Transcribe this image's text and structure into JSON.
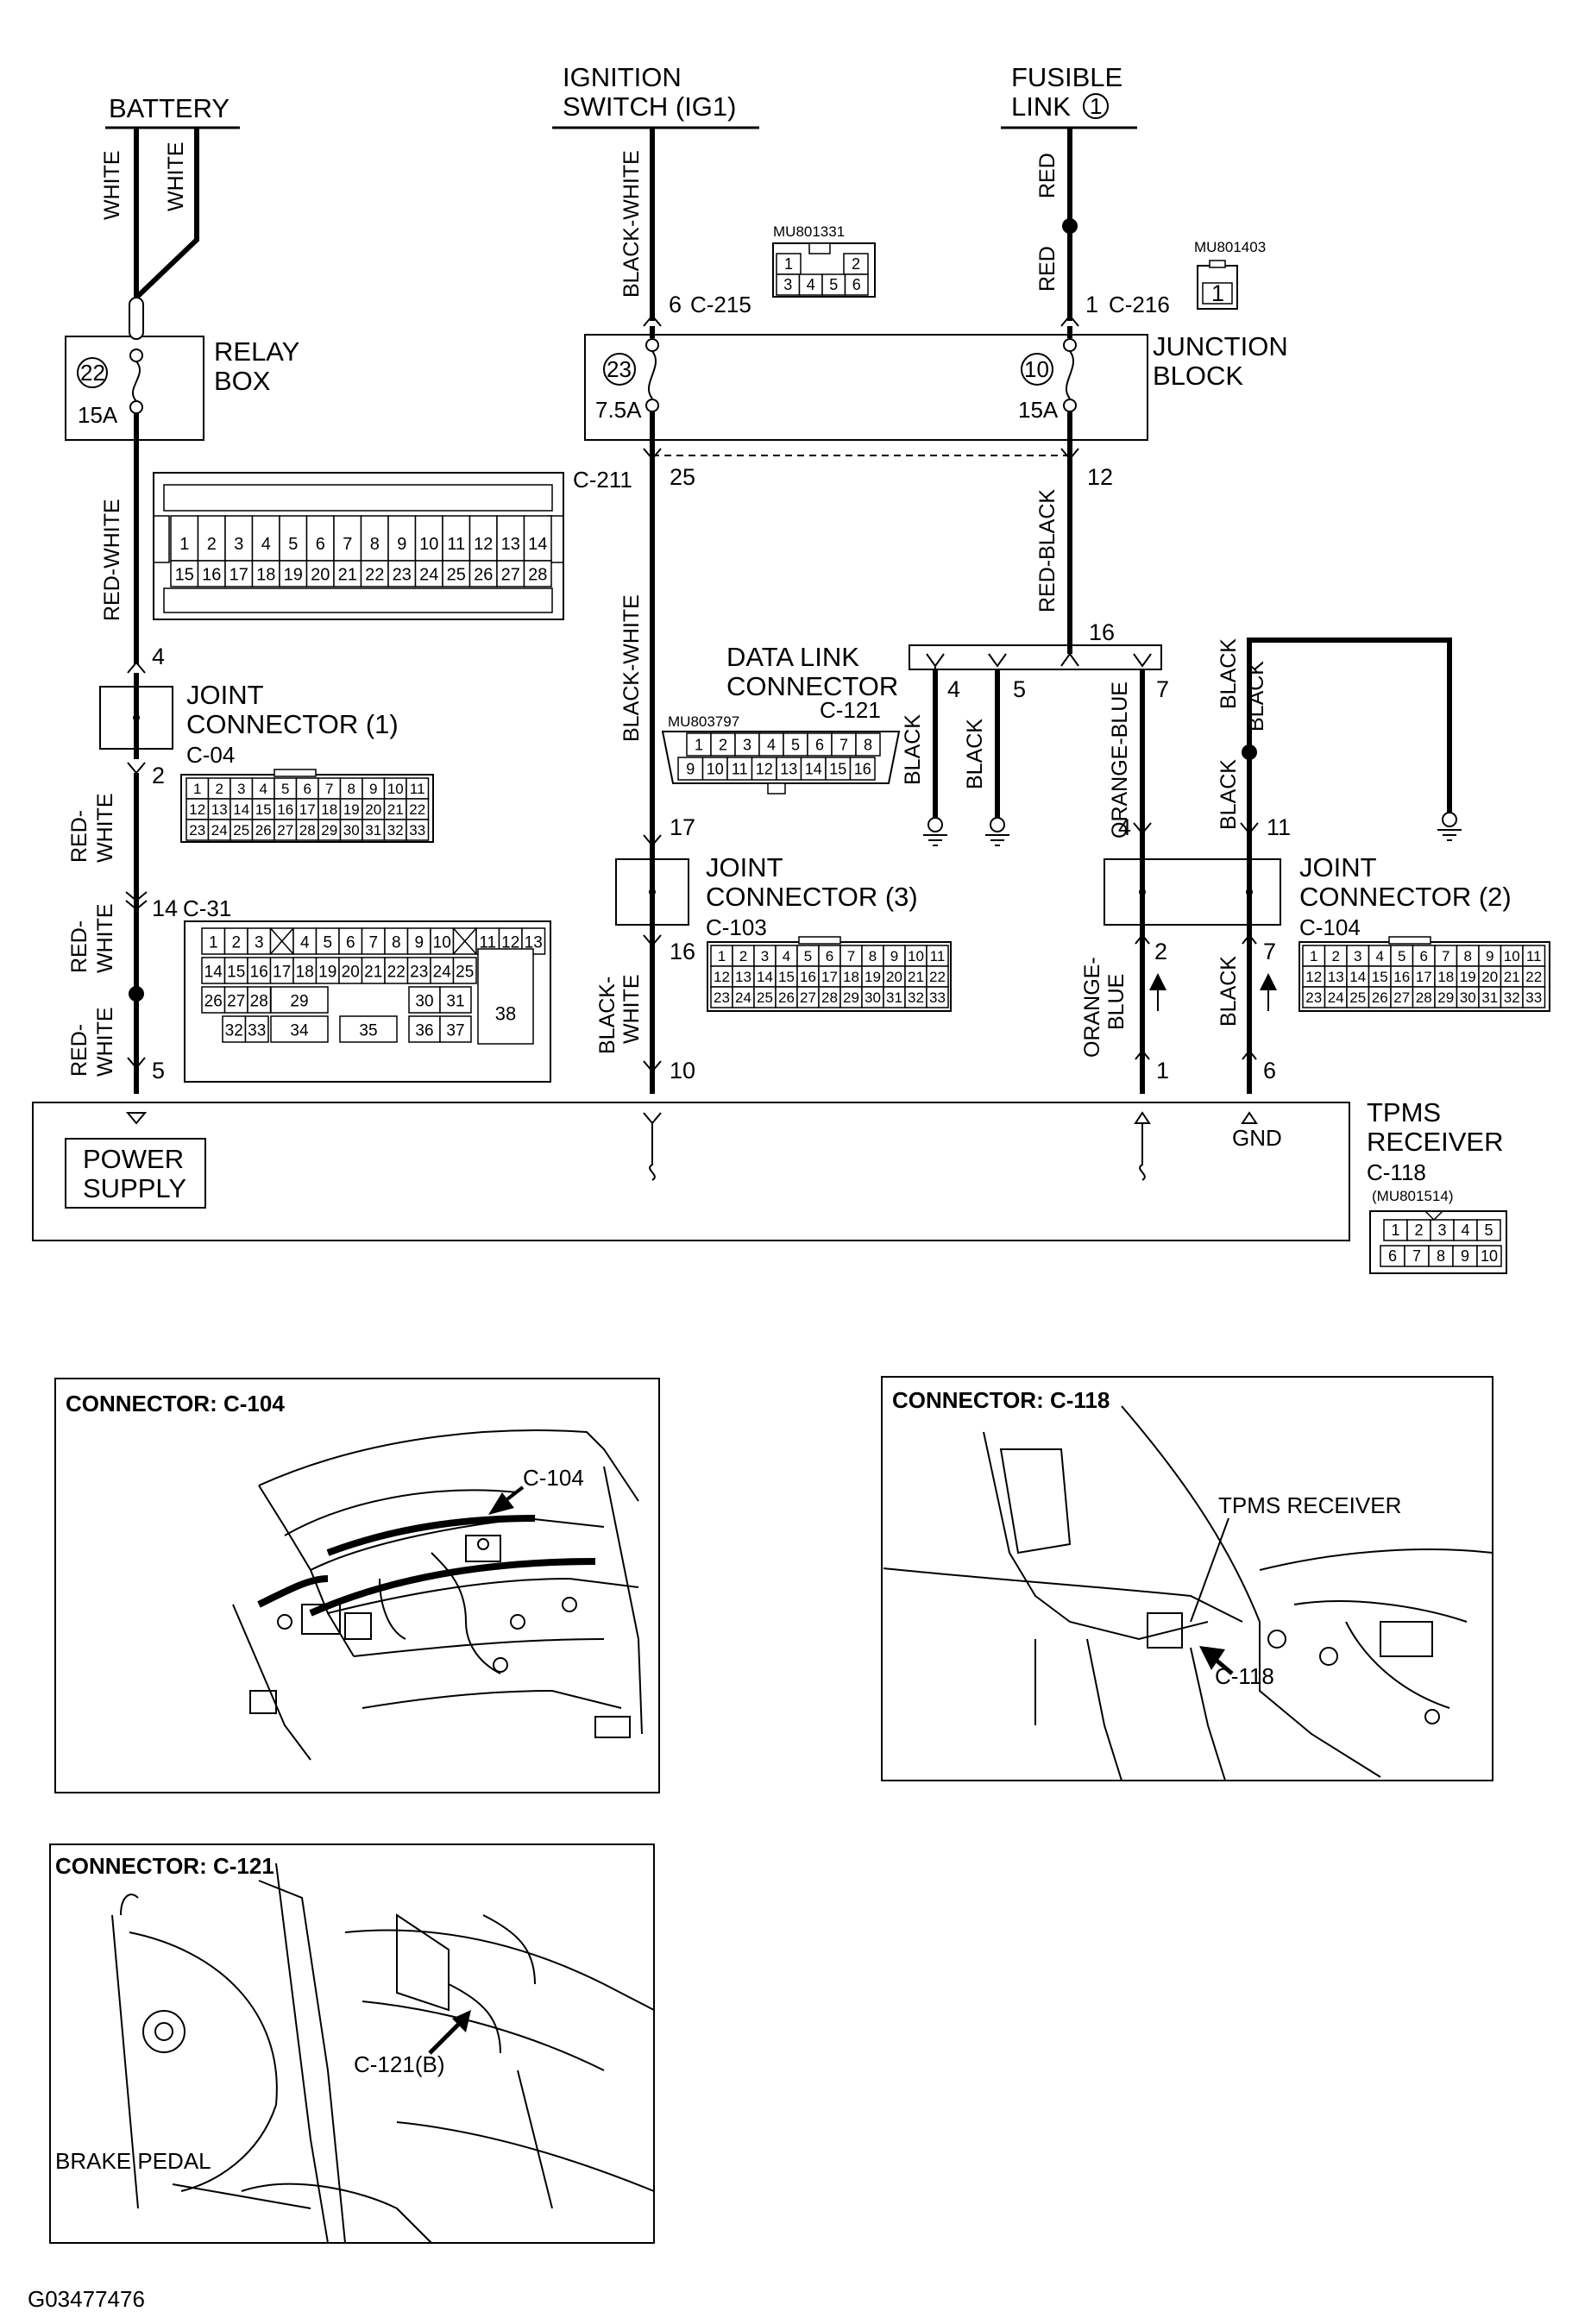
{
  "sources": {
    "battery": "BATTERY",
    "ignition_line1": "IGNITION",
    "ignition_line2": "SWITCH (IG1)",
    "fusible_line1": "FUSIBLE",
    "fusible_line2": "LINK",
    "fusible_number": "1"
  },
  "wire_labels": {
    "white": "WHITE",
    "black_white": "BLACK-WHITE",
    "red": "RED",
    "red_white": "RED-WHITE",
    "red_black": "RED-BLACK",
    "black": "BLACK",
    "orange_blue": "ORANGE-BLUE",
    "red_hyph": "RED-",
    "white_plain": "WHITE",
    "black_hyph": "BLACK-",
    "orange_hyph": "ORANGE-",
    "blue": "BLUE"
  },
  "relay_box": {
    "line1": "RELAY",
    "line2": "BOX",
    "fuse_number": "22",
    "fuse_rating": "15A"
  },
  "junction_block": {
    "line1": "JUNCTION",
    "line2": "BLOCK",
    "fuse_left_number": "23",
    "fuse_left_rating": "7.5A",
    "fuse_right_number": "10",
    "fuse_right_rating": "15A",
    "left_in_pin": "6",
    "left_in_conn": "C-215",
    "right_in_pin": "1",
    "right_in_conn": "C-216",
    "out_conn": "C-211",
    "out_left_pin": "25",
    "out_right_pin": "12"
  },
  "part_numbers": {
    "c215": "MU801331",
    "c216": "MU801403",
    "c121": "MU803797",
    "c118": "(MU801514)"
  },
  "c215_pins": [
    "1",
    "2",
    "3",
    "4",
    "5",
    "6"
  ],
  "c216_pins": [
    "1"
  ],
  "relay_connector": {
    "row1": [
      "1",
      "2",
      "3",
      "4",
      "5",
      "6",
      "7",
      "8",
      "9",
      "10",
      "11",
      "12",
      "13",
      "14"
    ],
    "row2": [
      "15",
      "16",
      "17",
      "18",
      "19",
      "20",
      "21",
      "22",
      "23",
      "24",
      "25",
      "26",
      "27",
      "28"
    ]
  },
  "joint_connector_1": {
    "line1": "JOINT",
    "line2": "CONNECTOR (1)",
    "conn": "C-04",
    "pin_top": "4",
    "pin_bottom": "2"
  },
  "c04_pins": {
    "row1": [
      "1",
      "2",
      "3",
      "4",
      "5",
      "6",
      "7",
      "8",
      "9",
      "10",
      "11"
    ],
    "row2": [
      "12",
      "13",
      "14",
      "15",
      "16",
      "17",
      "18",
      "19",
      "20",
      "21",
      "22"
    ],
    "row3": [
      "23",
      "24",
      "25",
      "26",
      "27",
      "28",
      "29",
      "30",
      "31",
      "32",
      "33"
    ]
  },
  "c31": {
    "conn": "C-31",
    "pin_in": "14",
    "pin_out": "5",
    "row1": [
      "1",
      "2",
      "3",
      "",
      "4",
      "5",
      "6",
      "7",
      "8",
      "9",
      "10",
      "",
      "11",
      "12",
      "13"
    ],
    "row2": [
      "14",
      "15",
      "16",
      "17",
      "18",
      "19",
      "20",
      "21",
      "22",
      "23",
      "24",
      "25"
    ],
    "row3": [
      "26",
      "27",
      "28",
      "29",
      "30",
      "31"
    ],
    "row4": [
      "32",
      "33",
      "34",
      "35",
      "36",
      "37"
    ],
    "big": "38"
  },
  "data_link_connector": {
    "line1": "DATA LINK",
    "line2": "CONNECTOR",
    "conn": "C-121",
    "pin_in": "16",
    "pins_out": [
      "4",
      "5",
      "7"
    ],
    "row1": [
      "1",
      "2",
      "3",
      "4",
      "5",
      "6",
      "7",
      "8"
    ],
    "row2": [
      "9",
      "10",
      "11",
      "12",
      "13",
      "14",
      "15",
      "16"
    ]
  },
  "joint_connector_3": {
    "line1": "JOINT",
    "line2": "CONNECTOR (3)",
    "conn": "C-103",
    "pin_top": "17",
    "pin_bottom": "16"
  },
  "joint_connector_2": {
    "line1": "JOINT",
    "line2": "CONNECTOR (2)",
    "conn": "C-104",
    "pin_top_left": "4",
    "pin_top_right": "11",
    "pin_bottom_left": "2",
    "pin_bottom_right": "7"
  },
  "tpms_receiver": {
    "line1": "TPMS",
    "line2": "RECEIVER",
    "conn": "C-118",
    "power1": "POWER",
    "power2": "SUPPLY",
    "gnd": "GND",
    "pin_power": "5",
    "pin_signal": "10",
    "pin_data": "1",
    "pin_gnd": "6",
    "row1": [
      "1",
      "2",
      "3",
      "4",
      "5"
    ],
    "row2": [
      "6",
      "7",
      "8",
      "9",
      "10"
    ]
  },
  "locator_c104": {
    "title": "CONNECTOR: C-104",
    "callout": "C-104"
  },
  "locator_c118": {
    "title": "CONNECTOR: C-118",
    "callout1": "TPMS RECEIVER",
    "callout2": "C-118"
  },
  "locator_c121": {
    "title": "CONNECTOR: C-121",
    "callout1": "C-121(B)",
    "callout2": "BRAKE PEDAL"
  },
  "figure_id": "G03477476"
}
